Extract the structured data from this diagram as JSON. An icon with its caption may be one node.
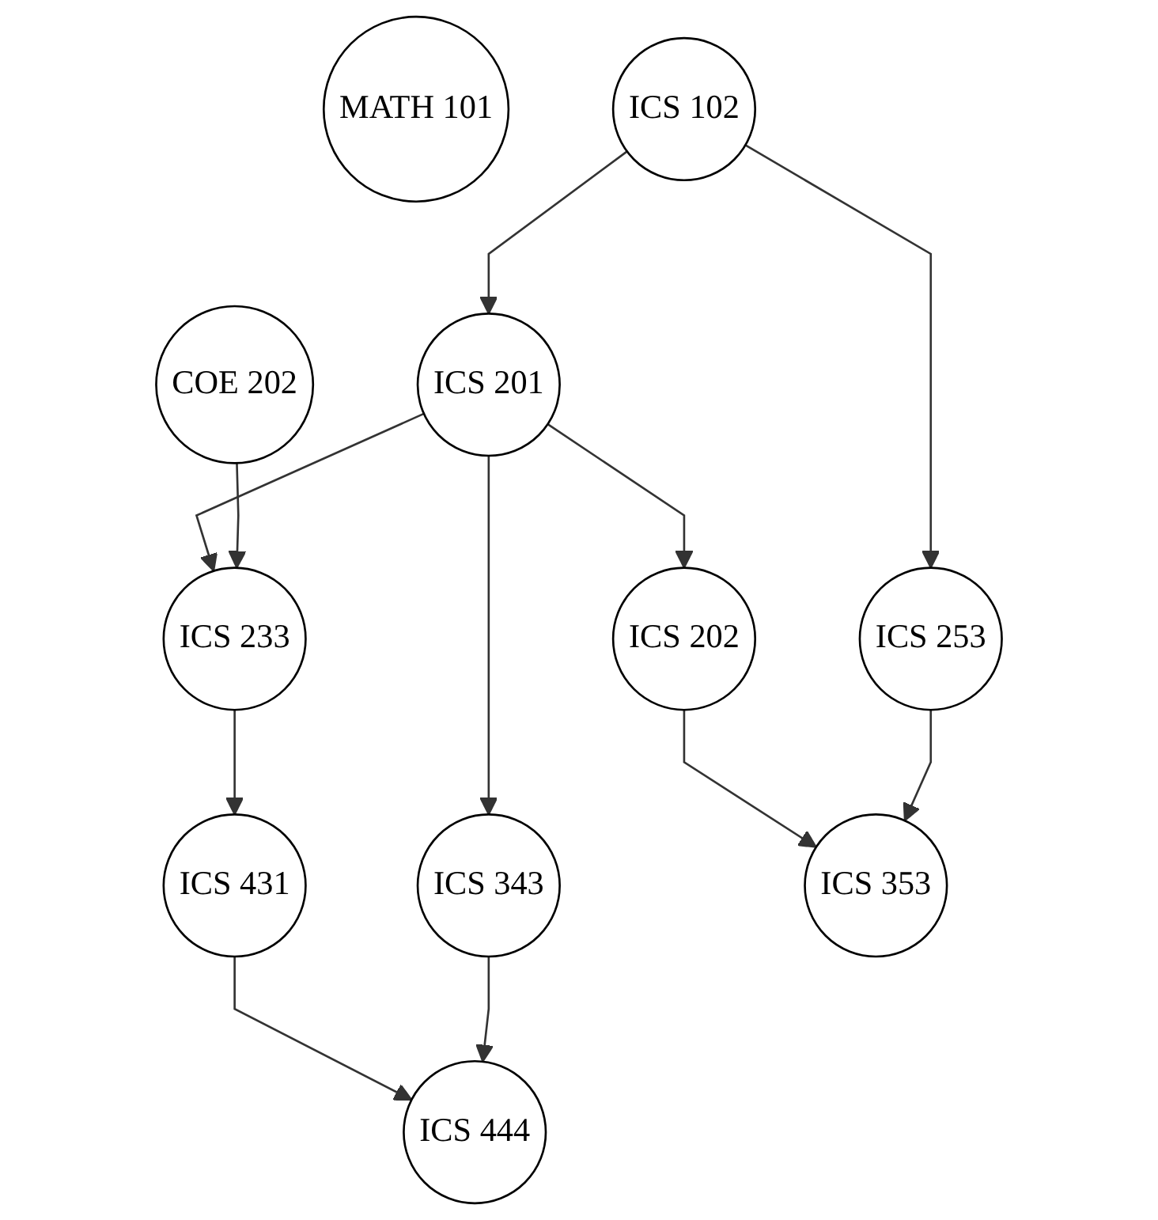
{
  "diagram": {
    "nodes": [
      {
        "text": [
          "MATH 101"
        ]
      },
      {
        "text": [
          "ICS 102"
        ]
      },
      {
        "text": [
          "COE 202"
        ]
      },
      {
        "text": [
          "ICS 201"
        ]
      },
      {
        "text": [
          "ICS 253"
        ]
      },
      {
        "text": [
          "ICS 202"
        ]
      },
      {
        "text": [
          "ICS 233"
        ]
      },
      {
        "text": [
          "ICS 343"
        ]
      },
      {
        "text": [
          "ICS 431"
        ]
      },
      {
        "text": [
          "ICS 353"
        ]
      },
      {
        "text": [
          "ICS 444"
        ]
      }
    ],
    "edges": [
      {
        "from": 1,
        "to": 3,
        "arrow": "to"
      },
      {
        "from": 1,
        "to": 4,
        "arrow": "to"
      },
      {
        "from": 2,
        "to": 6,
        "arrow": "to"
      },
      {
        "from": 3,
        "to": 5,
        "arrow": "to"
      },
      {
        "from": 3,
        "to": 7,
        "arrow": "to"
      },
      {
        "from": 3,
        "to": 6,
        "arrow": "to"
      },
      {
        "from": 4,
        "to": 9,
        "arrow": "to"
      },
      {
        "from": 5,
        "to": 9,
        "arrow": "to"
      },
      {
        "from": 6,
        "to": 8,
        "arrow": "to"
      },
      {
        "from": 7,
        "to": 10,
        "arrow": "to"
      },
      {
        "from": 8,
        "to": 10,
        "arrow": "to"
      }
    ]
  }
}
